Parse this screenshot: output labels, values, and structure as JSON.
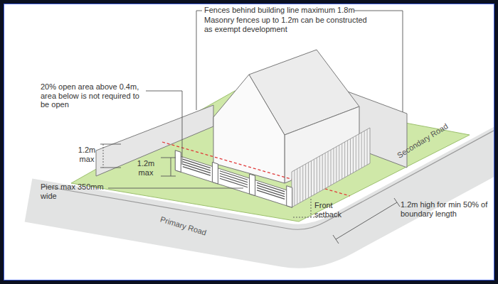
{
  "diagram": {
    "labels": [
      "Fences behind building line maximum 1.8m",
      "Masonry fences up to 1.2m can be constructed as exempt development",
      "20% open area above 0.4m, area below is not required to be open",
      "1.2m max",
      "1.2m max",
      "Piers max 350mm wide",
      "Front setback",
      "1.2m high for min 50% of boundary length",
      "Primary Road",
      "Secondary Road"
    ]
  }
}
